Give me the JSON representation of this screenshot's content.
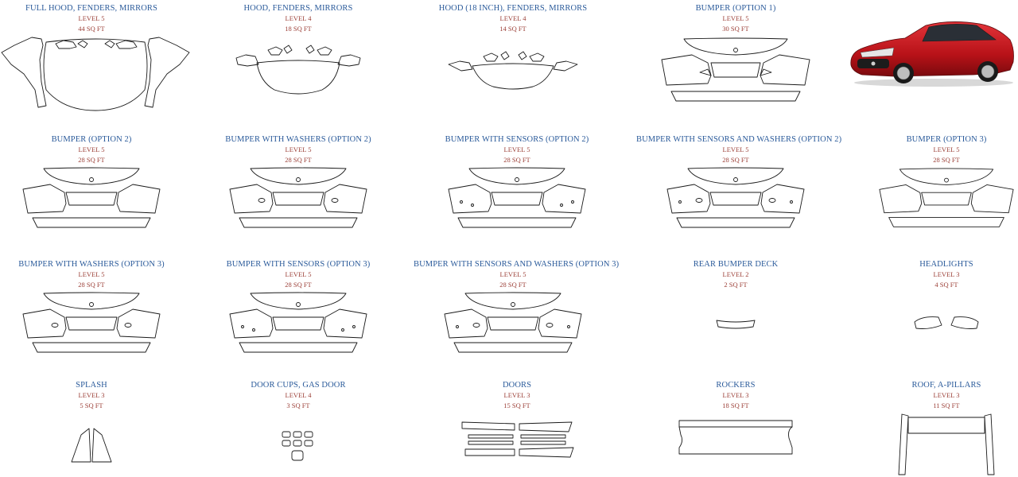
{
  "kits": [
    {
      "title": "FULL HOOD, FENDERS, MIRRORS",
      "level": "LEVEL 5",
      "sqft": "44 SQ FT",
      "shape": "full-hood"
    },
    {
      "title": "HOOD, FENDERS, MIRRORS",
      "level": "LEVEL 4",
      "sqft": "18 SQ FT",
      "shape": "hood"
    },
    {
      "title": "HOOD (18 INCH), FENDERS, MIRRORS",
      "level": "LEVEL 4",
      "sqft": "14 SQ FT",
      "shape": "hood-18"
    },
    {
      "title": "BUMPER (OPTION 1)",
      "level": "LEVEL 5",
      "sqft": "30 SQ FT",
      "shape": "bumper-1"
    },
    {
      "title": "BUMPER (OPTION 2)",
      "level": "LEVEL 5",
      "sqft": "28 SQ FT",
      "shape": "bumper"
    },
    {
      "title": "BUMPER WITH WASHERS (OPTION 2)",
      "level": "LEVEL 5",
      "sqft": "28 SQ FT",
      "shape": "bumper-washers"
    },
    {
      "title": "BUMPER WITH SENSORS (OPTION 2)",
      "level": "LEVEL 5",
      "sqft": "28 SQ FT",
      "shape": "bumper-sensors"
    },
    {
      "title": "BUMPER WITH SENSORS AND WASHERS (OPTION 2)",
      "level": "LEVEL 5",
      "sqft": "28 SQ FT",
      "shape": "bumper-sensors-washers"
    },
    {
      "title": "BUMPER (OPTION 3)",
      "level": "LEVEL 5",
      "sqft": "28 SQ FT",
      "shape": "bumper"
    },
    {
      "title": "BUMPER WITH WASHERS (OPTION 3)",
      "level": "LEVEL 5",
      "sqft": "28 SQ FT",
      "shape": "bumper-washers"
    },
    {
      "title": "BUMPER WITH SENSORS (OPTION 3)",
      "level": "LEVEL 5",
      "sqft": "28 SQ FT",
      "shape": "bumper-sensors"
    },
    {
      "title": "BUMPER WITH SENSORS AND WASHERS (OPTION 3)",
      "level": "LEVEL 5",
      "sqft": "28 SQ FT",
      "shape": "bumper-sensors-washers"
    },
    {
      "title": "REAR BUMPER DECK",
      "level": "LEVEL 2",
      "sqft": "2 SQ FT",
      "shape": "rear-deck"
    },
    {
      "title": "HEADLIGHTS",
      "level": "LEVEL 3",
      "sqft": "4 SQ FT",
      "shape": "headlights"
    },
    {
      "title": "SPLASH",
      "level": "LEVEL 3",
      "sqft": "5 SQ FT",
      "shape": "splash"
    },
    {
      "title": "DOOR CUPS, GAS DOOR",
      "level": "LEVEL 4",
      "sqft": "3 SQ FT",
      "shape": "door-cups"
    },
    {
      "title": "DOORS",
      "level": "LEVEL 3",
      "sqft": "15 SQ FT",
      "shape": "doors"
    },
    {
      "title": "ROCKERS",
      "level": "LEVEL 3",
      "sqft": "18 SQ FT",
      "shape": "rockers"
    },
    {
      "title": "ROOF, A-PILLARS",
      "level": "LEVEL 3",
      "sqft": "11 SQ FT",
      "shape": "roof"
    }
  ],
  "vehicle": {
    "image": "red-sedan-photo",
    "color": "#c8141c"
  }
}
